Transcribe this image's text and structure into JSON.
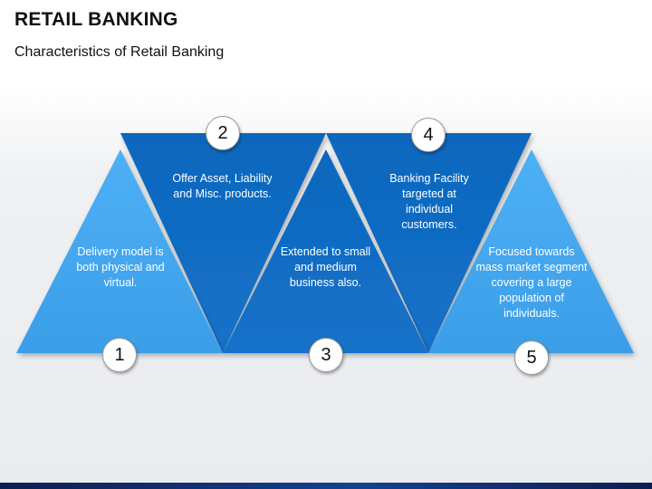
{
  "header": {
    "title": "RETAIL BANKING",
    "subtitle": "Characteristics of Retail Banking"
  },
  "colors": {
    "light_blue": "#45a6ee",
    "dark_blue": "#0f6bc3",
    "footer": "#0b1f4d"
  },
  "steps": [
    {
      "number": "1",
      "text": "Delivery model is both physical and virtual.",
      "orientation": "up",
      "color": "light_blue"
    },
    {
      "number": "2",
      "text": "Offer Asset, Liability and Misc. products.",
      "orientation": "down",
      "color": "dark_blue"
    },
    {
      "number": "3",
      "text": "Extended to small and medium business also.",
      "orientation": "up",
      "color": "dark_blue"
    },
    {
      "number": "4",
      "text": "Banking Facility targeted at individual customers.",
      "orientation": "down",
      "color": "dark_blue"
    },
    {
      "number": "5",
      "text": "Focused towards mass market segment covering a large population of individuals.",
      "orientation": "up",
      "color": "light_blue"
    }
  ]
}
